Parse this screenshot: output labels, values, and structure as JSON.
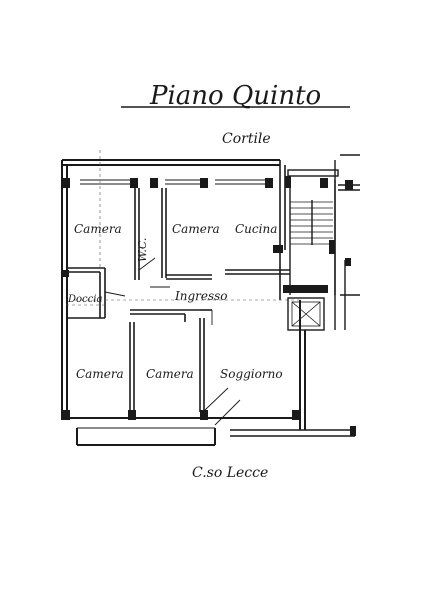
{
  "title": "Piano Quinto",
  "labels": {
    "cortile": "Cortile",
    "camera_top_left": "Camera",
    "wc": "W.C.",
    "camera_top_mid": "Camera",
    "cucina": "Cucina",
    "doccia": "Doccia",
    "ingresso": "Ingresso",
    "camera_bottom_left": "Camera",
    "camera_bottom_mid": "Camera",
    "soggiorno": "Soggiorno",
    "street": "C.so Lecce"
  },
  "colors": {
    "ink": "#1a1a1a",
    "paper": "#ffffff"
  }
}
